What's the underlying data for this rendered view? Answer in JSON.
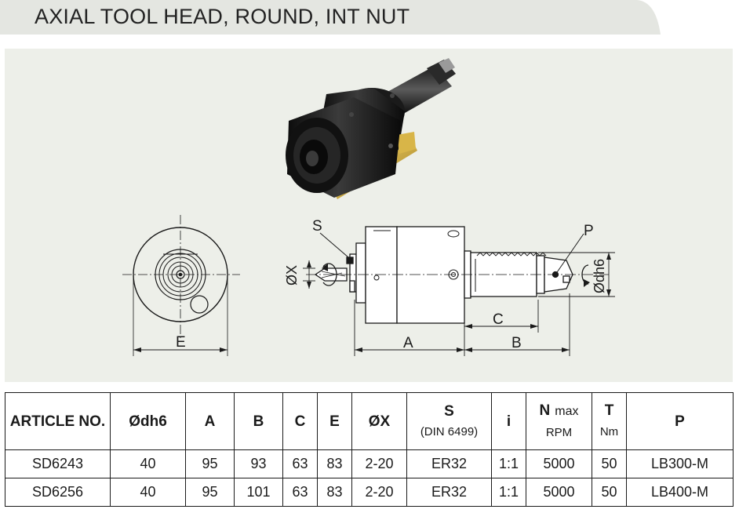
{
  "header": {
    "title": "AXIAL TOOL HEAD, ROUND, INT NUT"
  },
  "drawing": {
    "label_e": "E",
    "label_s": "S",
    "label_x": "ØX",
    "label_a": "A",
    "label_b": "B",
    "label_c": "C",
    "label_p": "P",
    "label_d": "Ødh6"
  },
  "table": {
    "headers": {
      "article": "ARTICLE NO.",
      "d": "Ødh6",
      "a": "A",
      "b": "B",
      "c": "C",
      "e": "E",
      "x": "ØX",
      "s": "S",
      "s_sub": "(DIN 6499)",
      "i": "i",
      "n": "N",
      "n_sup": "max",
      "n_unit": "RPM",
      "t": "T",
      "t_unit": "Nm",
      "p": "P"
    },
    "rows": [
      {
        "article": "SD6243",
        "d": "40",
        "a": "95",
        "b": "93",
        "c": "63",
        "e": "83",
        "x": "2-20",
        "s": "ER32",
        "i": "1:1",
        "n": "5000",
        "t": "50",
        "p": "LB300-M"
      },
      {
        "article": "SD6256",
        "d": "40",
        "a": "95",
        "b": "101",
        "c": "63",
        "e": "83",
        "x": "2-20",
        "s": "ER32",
        "i": "1:1",
        "n": "5000",
        "t": "50",
        "p": "LB400-M"
      }
    ]
  }
}
